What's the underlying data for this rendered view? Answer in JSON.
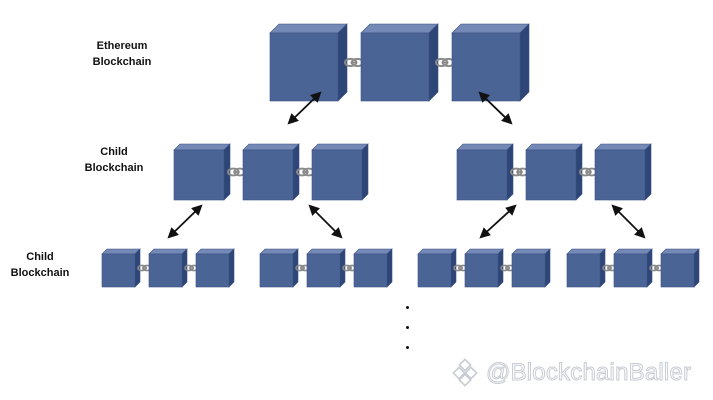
{
  "labels": {
    "root": [
      "Ethereum",
      "Blockchain"
    ],
    "level1": [
      "Child",
      "Blockchain"
    ],
    "level2": [
      "Child",
      "Blockchain"
    ]
  },
  "diagram": {
    "levels": [
      {
        "name": "Ethereum Blockchain",
        "chains": 1,
        "blocks_per_chain": 3
      },
      {
        "name": "Child Blockchain",
        "chains": 2,
        "blocks_per_chain": 3
      },
      {
        "name": "Child Blockchain",
        "chains": 4,
        "blocks_per_chain": 3
      }
    ],
    "connector": "bidirectional-arrow",
    "continuation": "vertical-ellipsis",
    "colors": {
      "block_front": "#4b6496",
      "block_top": "#7489b6",
      "block_side": "#2e4577",
      "chain": "#8a8a8a",
      "arrow": "#111111"
    }
  },
  "watermark": {
    "text": "@BlockchainBaller",
    "icon": "diamond-logo-icon"
  }
}
